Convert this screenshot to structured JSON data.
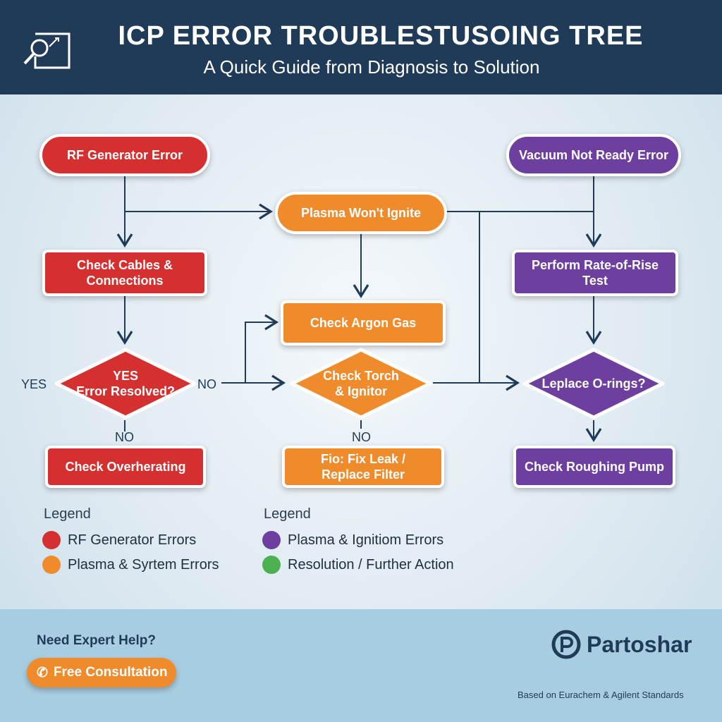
{
  "header": {
    "title": "ICP ERROR TROUBLESTUSOING TREE",
    "subtitle": "A Quick Guide from Diagnosis to Solution",
    "icon": "magnifier-chart-icon"
  },
  "nodes": {
    "rf_error": "RF Generator Error",
    "vacuum_error": "Vacuum Not Ready Error",
    "plasma_ignite": "Plasma Won't Ignite",
    "check_cables": "Check Cables & Connections",
    "rate_of_rise": "Perform Rate-of-Rise Test",
    "argon": "Check Argon Gas",
    "error_resolved_top": "YES",
    "error_resolved": "Error Resolved?",
    "torch": "Check Torch & Ignitor",
    "orings": "Leplace O-rings?",
    "overheating": "Check Overherating",
    "fix_leak": "Fio: Fix Leak / Replace Filter",
    "roughing_pump": "Check Roughing Pump"
  },
  "labels": {
    "yes": "YES",
    "no_right": "NO",
    "no_left": "NO",
    "no_mid": "NO"
  },
  "legend": {
    "left_title": "Legend",
    "right_title": "Legend",
    "items": [
      {
        "label": "RF Generator Errors",
        "color": "#d3302f"
      },
      {
        "label": "Plasma & Syrtem Errors",
        "color": "#f08b2c"
      },
      {
        "label": "Plasma & Ignitiom Errors",
        "color": "#6d3f9e"
      },
      {
        "label": "Resolution / Further Action",
        "color": "#4caf50"
      }
    ]
  },
  "footer": {
    "help": "Need Expert Help?",
    "cta": "Free Consultation",
    "brand": "Partoshar",
    "based": "Based on Eurachem & Agilent Standards"
  }
}
